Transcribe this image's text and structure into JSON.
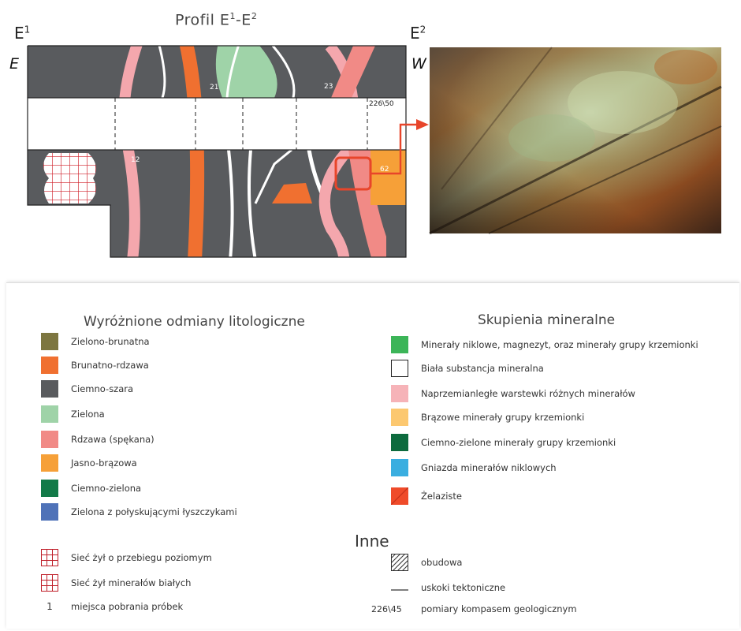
{
  "profile": {
    "title": "Profil E",
    "title_sup1": "1",
    "title_sep": "-E",
    "title_sup2": "2",
    "left_end": "E",
    "left_end_sup": "1",
    "right_end": "E",
    "right_end_sup": "2",
    "left_side": "E",
    "right_side": "W",
    "sample_labels": [
      "21",
      "23",
      "12",
      "62"
    ],
    "compass_reading": "226\\50"
  },
  "legend": {
    "lithology": {
      "title": "Wyróżnione odmiany litologiczne",
      "items": [
        {
          "label": "Zielono-brunatna",
          "color": "#7d7640"
        },
        {
          "label": "Brunatno-rdzawa",
          "color": "#f07030"
        },
        {
          "label": "Ciemno-szara",
          "color": "#595b5e"
        },
        {
          "label": "Zielona",
          "color": "#9fd3a8"
        },
        {
          "label": "Rdzawa (spękana)",
          "color": "#f18a86"
        },
        {
          "label": "Jasno-brązowa",
          "color": "#f6a038"
        },
        {
          "label": "Ciemno-zielona",
          "color": "#127a48"
        },
        {
          "label": "Zielona z połyskującymi łyszczykami",
          "color": "#4f72b8"
        }
      ]
    },
    "veins": [
      {
        "label": "Sieć żył o przebiegu poziomym"
      },
      {
        "label": "Sieć żył minerałów białych"
      }
    ],
    "sample_site": {
      "symbol": "1",
      "label": "miejsca pobrania próbek"
    },
    "minerals": {
      "title": "Skupienia mineralne",
      "items": [
        {
          "label": "Minerały niklowe, magnezyt, oraz minerały grupy krzemionki",
          "color": "#3cb558"
        },
        {
          "label": "Biała substancja mineralna",
          "color": "#ffffff"
        },
        {
          "label": "Naprzemianległe warstewki różnych minerałów",
          "color": "#f6b3b8"
        },
        {
          "label": "Brązowe minerały grupy krzemionki",
          "color": "#fcc870"
        },
        {
          "label": "Ciemno-zielone minerały grupy krzemionki",
          "color": "#0d6b3e"
        },
        {
          "label": "Gniazda minerałów niklowych",
          "color": "#3aaee0"
        },
        {
          "label": "Żelaziste",
          "color": "#ef4b2a"
        }
      ]
    },
    "other": {
      "title": "Inne",
      "items": [
        {
          "label": "obudowa"
        },
        {
          "label": "uskoki tektoniczne"
        },
        {
          "label": "pomiary kompasem geologicznym",
          "symbol": "226\\45"
        }
      ]
    }
  }
}
